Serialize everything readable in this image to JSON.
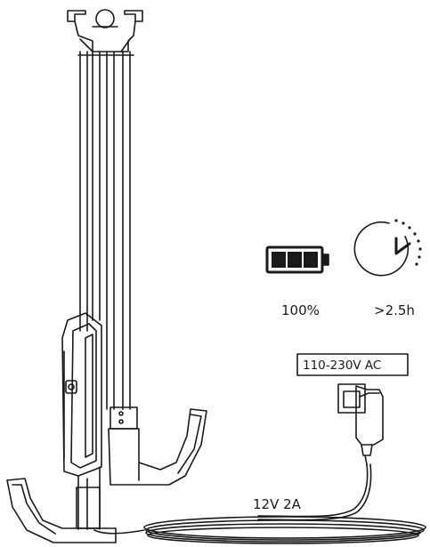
{
  "battery": {
    "icon": "battery-full-icon",
    "label": "100%"
  },
  "clock": {
    "icon": "clock-icon",
    "label": ">2.5h"
  },
  "adapter": {
    "voltage_label": "110-230V AC",
    "output_label": "12V 2A"
  },
  "colors": {
    "line": "#1a1a1a",
    "fill": "#ffffff"
  }
}
